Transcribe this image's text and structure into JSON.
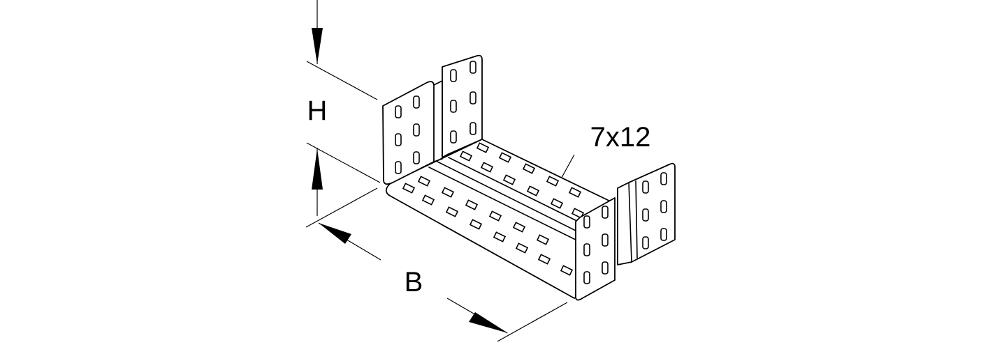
{
  "labels": {
    "height": "H",
    "width": "B",
    "hole_size": "7x12"
  },
  "colors": {
    "line": "#000000",
    "background": "#ffffff"
  }
}
